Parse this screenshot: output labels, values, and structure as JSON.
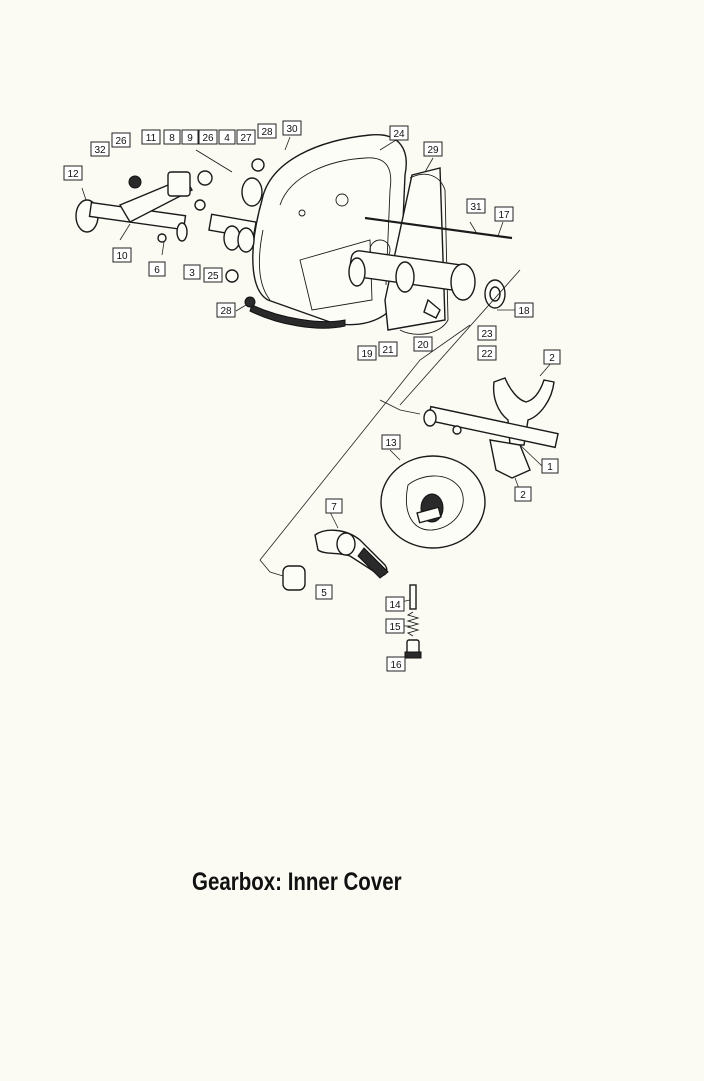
{
  "caption": "Gearbox: Inner Cover",
  "callouts": [
    "1",
    "2",
    "2",
    "3",
    "4",
    "5",
    "6",
    "7",
    "8",
    "9",
    "10",
    "11",
    "12",
    "13",
    "14",
    "15",
    "16",
    "17",
    "18",
    "19",
    "20",
    "21",
    "22",
    "23",
    "24",
    "25",
    "26",
    "26",
    "27",
    "28",
    "28",
    "29",
    "30",
    "31",
    "32"
  ]
}
